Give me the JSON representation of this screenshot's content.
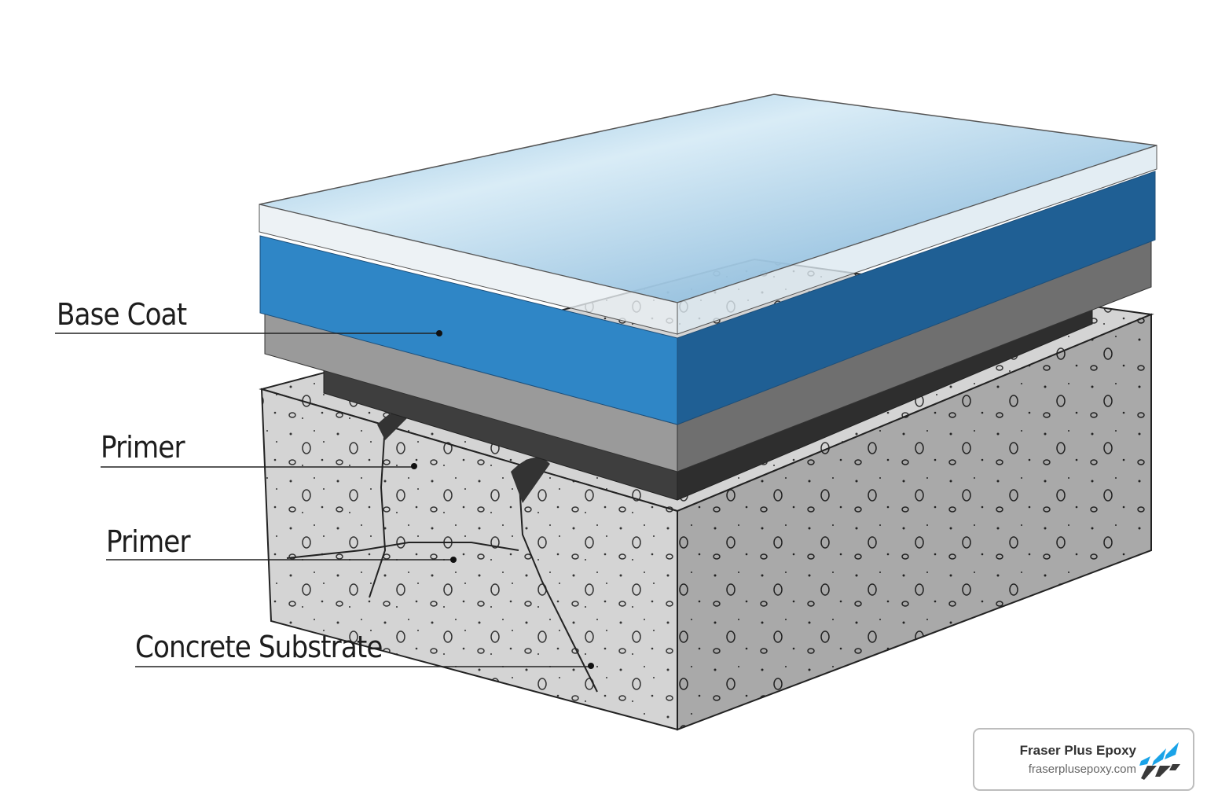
{
  "labels": {
    "base_coat": "Base Coat",
    "primer_1": "Primer",
    "primer_2": "Primer",
    "concrete": "Concrete Substrate"
  },
  "logo": {
    "name": "Fraser Plus Epoxy",
    "url": "fraserplusepoxy.com",
    "accent_color": "#1aa3e8",
    "dark_color": "#3a3a3a"
  },
  "colors": {
    "base_coat": "#2f86c6",
    "top_coat": "#a9cfe6",
    "gray_layer": "#8a8a8a",
    "primer": "#3e3e3e",
    "concrete": "#cfcfcf"
  }
}
